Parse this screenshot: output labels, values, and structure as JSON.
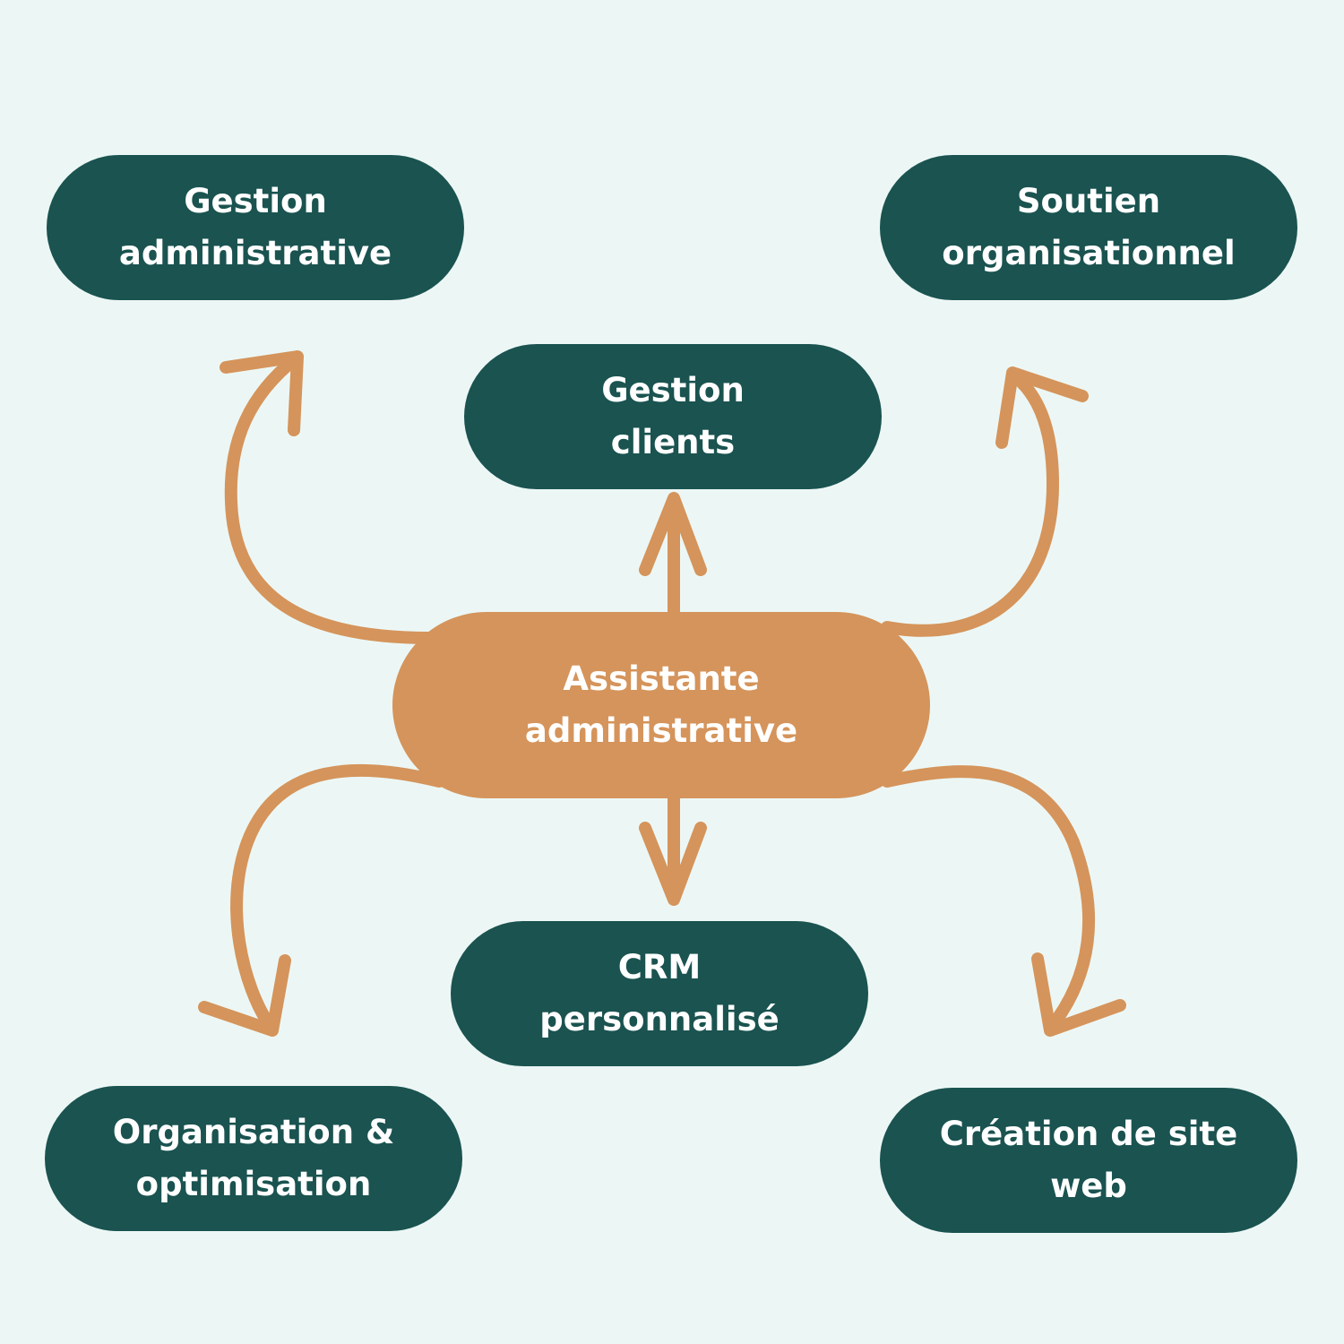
{
  "colors": {
    "background": "#ecf7f5",
    "node": "#1a5350",
    "center_node": "#d5945b",
    "arrow": "#d5945b",
    "text": "#ffffff"
  },
  "center": {
    "lines": [
      "Assistante",
      "administrative"
    ]
  },
  "nodes": [
    {
      "id": "gestion-administrative",
      "lines": [
        "Gestion",
        "administrative"
      ]
    },
    {
      "id": "soutien-organisationnel",
      "lines": [
        "Soutien",
        "organisationnel"
      ]
    },
    {
      "id": "gestion-clients",
      "lines": [
        "Gestion",
        "clients"
      ]
    },
    {
      "id": "crm-personnalise",
      "lines": [
        "CRM",
        "personnalisé"
      ]
    },
    {
      "id": "organisation-optimisation",
      "lines": [
        "Organisation &",
        "optimisation"
      ]
    },
    {
      "id": "creation-site-web",
      "lines": [
        "Création de site",
        "web"
      ]
    }
  ]
}
